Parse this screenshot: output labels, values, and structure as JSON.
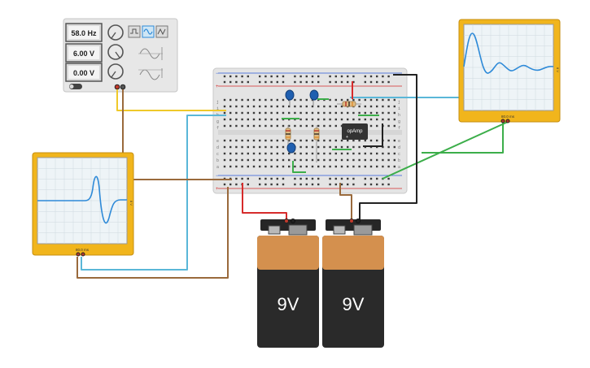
{
  "function_generator": {
    "frequency": "58.0 Hz",
    "amplitude": "6.00 V",
    "dc_offset": "0.00 V",
    "waveform_selected": "sine",
    "waveforms": [
      "square-wave-icon",
      "sine-wave-icon",
      "triangle-wave-icon"
    ]
  },
  "opamp": {
    "label": "opAmp",
    "plus_sign": "+"
  },
  "batteries": [
    {
      "label": "9V"
    },
    {
      "label": "9V"
    }
  ],
  "oscilloscope_left": {
    "time_label": "80.0 ms",
    "volt_label": "8 V"
  },
  "oscilloscope_right": {
    "time_label": "80.0 ms",
    "volt_label": "8 V"
  },
  "breadboard": {
    "rows_top": [
      "j",
      "i",
      "h",
      "g",
      "f"
    ],
    "rows_bottom": [
      "e",
      "d",
      "c",
      "b",
      "a"
    ]
  },
  "colors": {
    "scope_frame": "#f1b51c",
    "trace": "#2e8ad8",
    "wire_red": "#d62b2b",
    "wire_yellow": "#efc92a",
    "wire_blue": "#5ab7d8",
    "wire_brown": "#9a6a3c",
    "wire_green": "#3cae4a",
    "wire_black": "#222222",
    "battery_top": "#d4904e"
  }
}
